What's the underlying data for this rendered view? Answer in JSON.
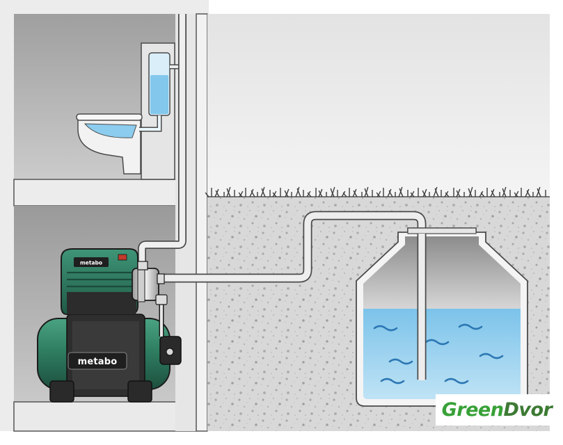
{
  "pump": {
    "brand_top": "metabo",
    "brand_tank": "metabo"
  },
  "watermark": {
    "part1": "Green",
    "part2": "Dvor",
    "color1": "#37a137",
    "color2": "#3d7a34"
  },
  "colors": {
    "wall": "#eeeeee",
    "room": "#b4b4b4",
    "sky": "#ebebeb",
    "soil": "#d9d9d9",
    "water": "#7ec6ec",
    "pump_green": "#2f7e62",
    "pipe": "#e9e9e9"
  }
}
